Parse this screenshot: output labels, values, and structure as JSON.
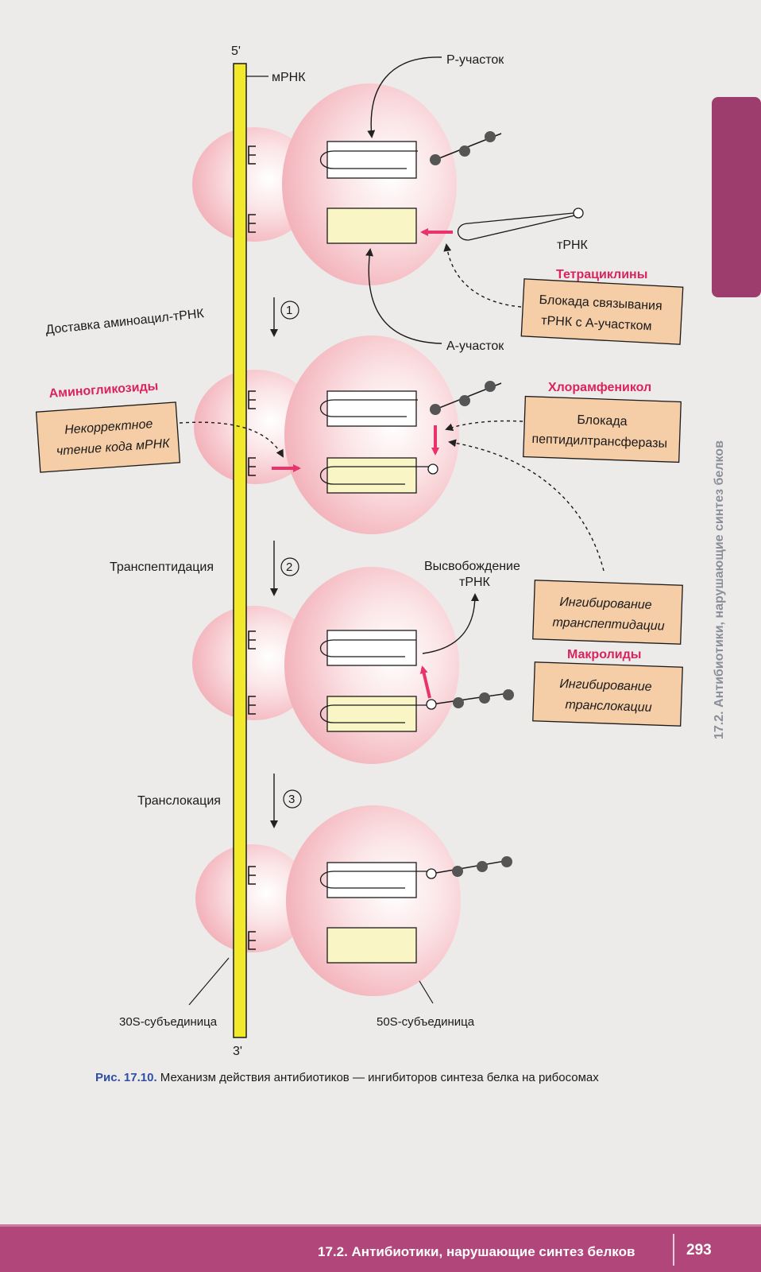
{
  "mrna": {
    "label": "мРНК",
    "end5": "5'",
    "end3": "3'"
  },
  "sites": {
    "p_site": "Р-участок",
    "a_site": "А-участок",
    "trna": "тРНК"
  },
  "steps": [
    {
      "num": "1",
      "label": "Доставка аминоацил-тРНК"
    },
    {
      "num": "2",
      "label": "Транспептидация"
    },
    {
      "num": "3",
      "label": "Транслокация"
    }
  ],
  "antibiotics": [
    {
      "name": "Тетрациклины",
      "effect_lines": [
        "Блокада связывания",
        "тРНК с А-участком"
      ]
    },
    {
      "name": "Аминогликозиды",
      "effect_lines": [
        "Некорректное",
        "чтение кода мРНК"
      ]
    },
    {
      "name": "Хлорамфеникол",
      "effect_lines": [
        "Блокада",
        "пептидилтрансферазы"
      ]
    },
    {
      "name": "",
      "effect_lines": [
        "Ингибирование",
        "транспептидации"
      ]
    },
    {
      "name": "Макролиды",
      "effect_lines": [
        "Ингибирование",
        "транслокации"
      ]
    }
  ],
  "release": {
    "lines": [
      "Высвобождение",
      "тРНК"
    ]
  },
  "subunits": {
    "small": "30S-субъединица",
    "large": "50S-субъединица"
  },
  "caption": {
    "fig": "Рис. 17.10.",
    "text": " Механизм действия антибиотиков — ингибиторов синтеза белка на рибосомах"
  },
  "side_title": "17.2. Антибиотики, нарушающие синтез белков",
  "footer": {
    "title": "17.2. Антибиотики, нарушающие синтез белков",
    "page": "293"
  },
  "colors": {
    "ribosome": "#f3b9bf",
    "mrna_strip": "#f2e92a",
    "site_fill": "#f9f5c4",
    "callout_box": "#f5cda6",
    "accent_red": "#e8336d",
    "side_tab": "#9c3d6e",
    "footer_band": "#b1467a"
  }
}
